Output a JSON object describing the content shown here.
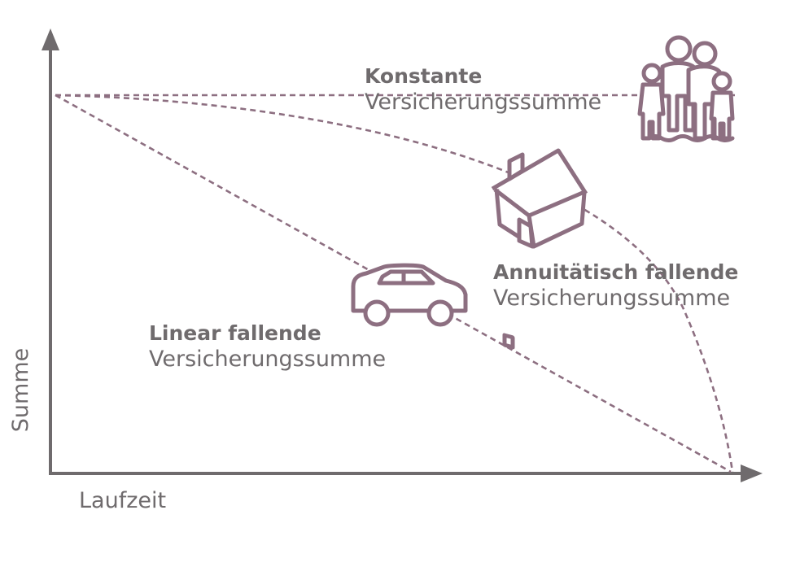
{
  "axes": {
    "x_label": "Laufzeit",
    "y_label": "Summe"
  },
  "curves": [
    {
      "title": "Konstante",
      "subtitle": "Versicherungssumme",
      "icon": "family-icon"
    },
    {
      "title": "Annuitätisch fallende",
      "subtitle": "Versicherungssumme",
      "icon": "house-icon"
    },
    {
      "title": "Linear fallende",
      "subtitle": "Versicherungssumme",
      "icon": "car-icon"
    }
  ],
  "colors": {
    "axis": "#6f6b6d",
    "curve": "#8d6f81",
    "icon": "#8d6f81",
    "text": "#6f6b6d"
  }
}
